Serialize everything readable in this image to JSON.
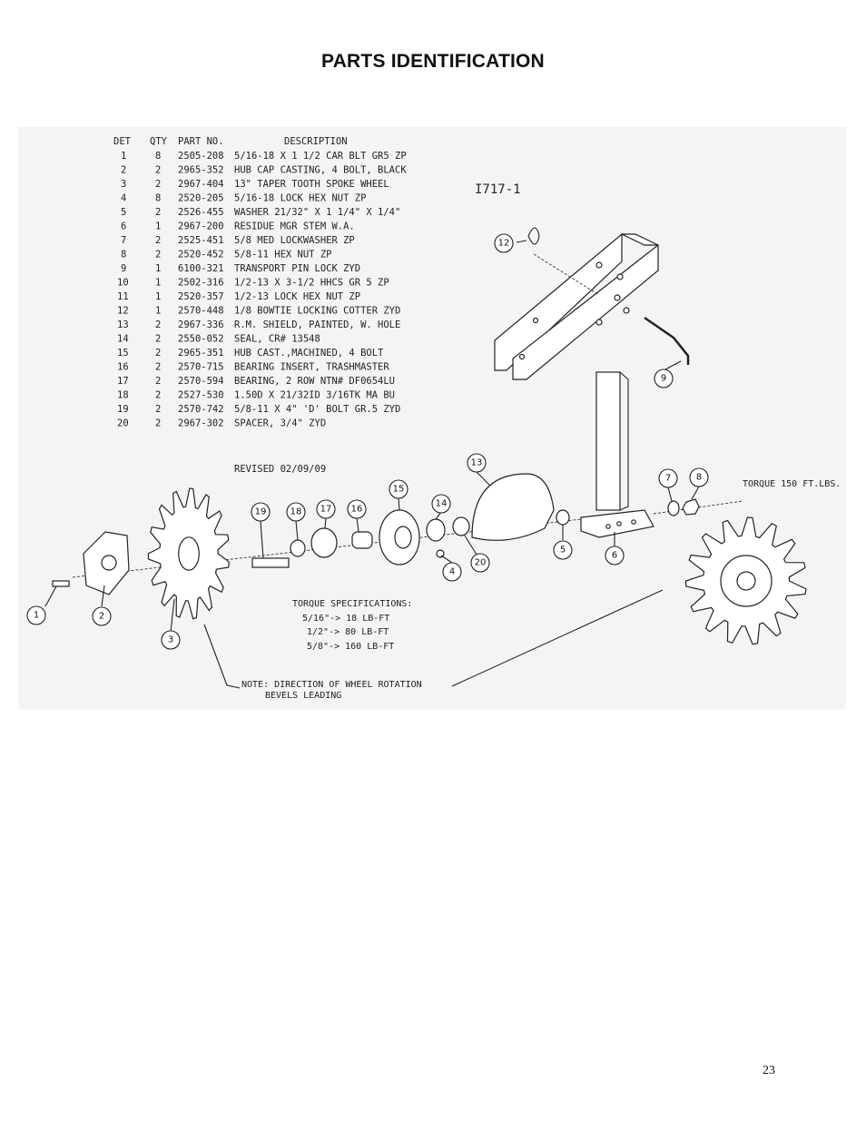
{
  "title": "PARTS IDENTIFICATION",
  "page_number": "23",
  "drawing_number": "I717-1",
  "revised": "REVISED 02/09/09",
  "table": {
    "headers": [
      "DET",
      "QTY",
      "PART NO.",
      "DESCRIPTION"
    ],
    "rows": [
      [
        "1",
        "8",
        "2505-208",
        "5/16-18 X 1 1/2 CAR BLT GR5 ZP"
      ],
      [
        "2",
        "2",
        "2965-352",
        "HUB CAP CASTING, 4 BOLT, BLACK"
      ],
      [
        "3",
        "2",
        "2967-404",
        "13\" TAPER TOOTH SPOKE WHEEL"
      ],
      [
        "4",
        "8",
        "2520-205",
        "5/16-18 LOCK HEX NUT ZP"
      ],
      [
        "5",
        "2",
        "2526-455",
        "WASHER 21/32\" X 1 1/4\" X 1/4\""
      ],
      [
        "6",
        "1",
        "2967-200",
        "RESIDUE MGR STEM W.A."
      ],
      [
        "7",
        "2",
        "2525-451",
        "5/8 MED LOCKWASHER ZP"
      ],
      [
        "8",
        "2",
        "2520-452",
        "5/8-11 HEX NUT ZP"
      ],
      [
        "9",
        "1",
        "6100-321",
        "TRANSPORT PIN LOCK ZYD"
      ],
      [
        "10",
        "1",
        "2502-316",
        "1/2-13 X 3-1/2 HHCS GR 5 ZP"
      ],
      [
        "11",
        "1",
        "2520-357",
        "1/2-13 LOCK HEX NUT ZP"
      ],
      [
        "12",
        "1",
        "2570-448",
        "1/8 BOWTIE LOCKING COTTER ZYD"
      ],
      [
        "13",
        "2",
        "2967-336",
        "R.M. SHIELD, PAINTED, W. HOLE"
      ],
      [
        "14",
        "2",
        "2550-052",
        "SEAL, CR# 13548"
      ],
      [
        "15",
        "2",
        "2965-351",
        "HUB CAST.,MACHINED, 4 BOLT"
      ],
      [
        "16",
        "2",
        "2570-715",
        "BEARING INSERT, TRASHMASTER"
      ],
      [
        "17",
        "2",
        "2570-594",
        "BEARING, 2 ROW NTN# DF0654LU"
      ],
      [
        "18",
        "2",
        "2527-530",
        "1.50D X 21/32ID 3/16TK MA BU"
      ],
      [
        "19",
        "2",
        "2570-742",
        "5/8-11 X 4\" 'D' BOLT GR.5 ZYD"
      ],
      [
        "20",
        "2",
        "2967-302",
        "SPACER, 3/4\" ZYD"
      ]
    ]
  },
  "torque_note": "TORQUE 150 FT.LBS.",
  "torque_specs": {
    "heading": "TORQUE SPECIFICATIONS:",
    "lines": [
      "5/16\"-> 18 LB-FT",
      "1/2\"-> 80 LB-FT",
      "5/8\"-> 160 LB-FT"
    ]
  },
  "rotation_note": [
    "NOTE: DIRECTION OF WHEEL ROTATION",
    "BEVELS LEADING"
  ],
  "callouts": [
    "1",
    "2",
    "3",
    "4",
    "5",
    "6",
    "7",
    "8",
    "9",
    "12",
    "13",
    "14",
    "15",
    "16",
    "17",
    "18",
    "19",
    "20"
  ]
}
